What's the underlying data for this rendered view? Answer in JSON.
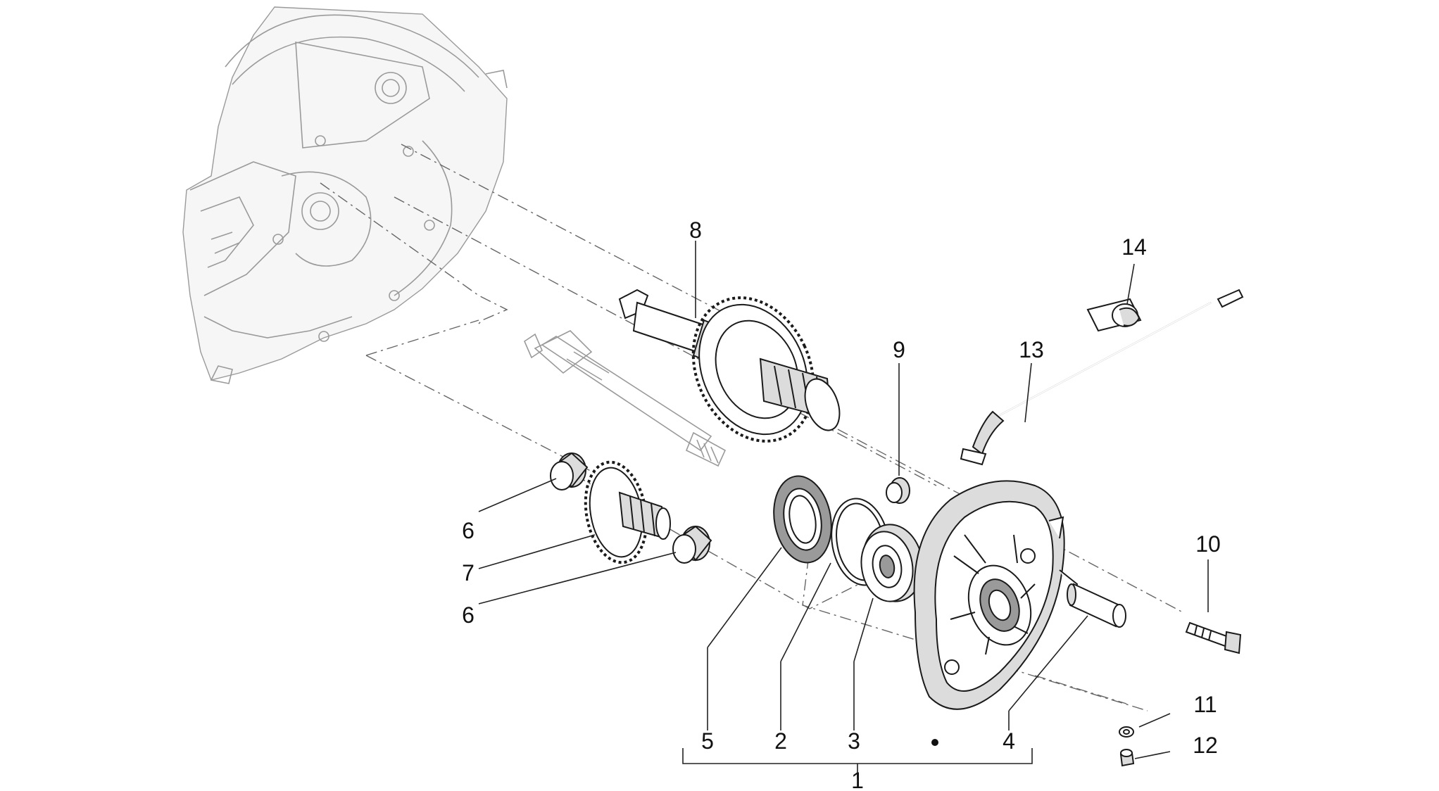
{
  "diagram": {
    "type": "exploded-parts-diagram",
    "callouts": [
      "8",
      "14",
      "9",
      "13",
      "6",
      "7",
      "6",
      "10",
      "5",
      "2",
      "3",
      "4",
      "11",
      "12",
      "1"
    ]
  }
}
